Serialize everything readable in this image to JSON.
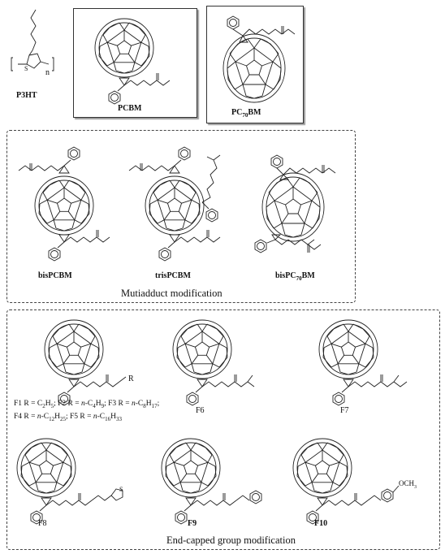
{
  "top": {
    "p3ht_label": "P3HT",
    "p3ht_n": "n",
    "p3ht_s": "S",
    "pcbm_label": "PCBM",
    "pc70bm_label": "PC70BM"
  },
  "multiadduct": {
    "title": "Mutiadduct modification",
    "labels": [
      "bisPCBM",
      "trisPCBM",
      "bisPC70BM"
    ]
  },
  "endcapped": {
    "title": "End-capped group modification",
    "series_line1": "F1 R = C2H5; F2 R = n-C4H9; F3 R = n-C8H17;",
    "series_line2": "F4 R = n-C12H25; F5 R = n-C16H33",
    "r_label": "R",
    "labels": [
      "F6",
      "F7",
      "F8",
      "F9",
      "F10"
    ],
    "och3": "OCH3",
    "s_atom": "S"
  }
}
